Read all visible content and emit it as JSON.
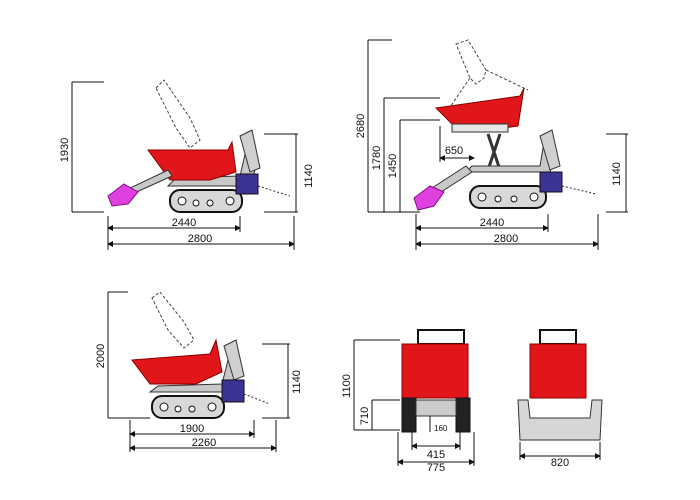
{
  "colors": {
    "dumper_body": "#e0161b",
    "bucket_attachment": "#e040e0",
    "engine_box": "#3b3393",
    "frame": "#9a9a9a",
    "track": "#1a1a1a",
    "dimension_line": "#111111"
  },
  "views": {
    "side_view_tip": {
      "dims": {
        "height_total": "1930",
        "height_body": "1140",
        "length_tracks": "2440",
        "length_total": "2800"
      }
    },
    "side_view_high_tip": {
      "dims": {
        "height_total": "2680",
        "height_mid": "1780",
        "height_low": "1450",
        "height_body": "1140",
        "reach": "650",
        "length_tracks": "2440",
        "length_total": "2800"
      }
    },
    "side_view_plain": {
      "dims": {
        "height_total": "2000",
        "height_body": "1140",
        "length_tracks": "1900",
        "length_total": "2260"
      }
    },
    "front_view": {
      "dims": {
        "height_total": "1100",
        "height_low": "710",
        "clearance": "160",
        "track_gap": "415",
        "width_total": "775"
      }
    },
    "rear_view": {
      "dims": {
        "width_blade": "820"
      }
    }
  }
}
